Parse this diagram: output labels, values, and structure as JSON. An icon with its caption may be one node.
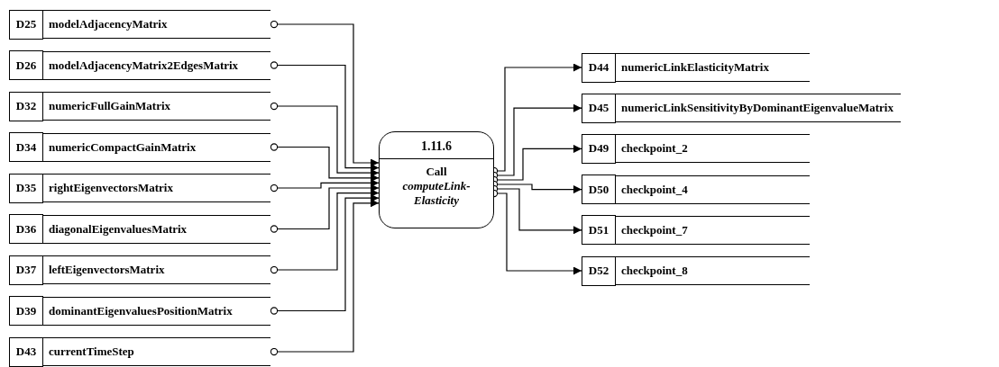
{
  "diagram": {
    "nodes": [
      {
        "text": [
          "D25",
          "modelAdjacencyMatrix"
        ]
      },
      {
        "text": [
          "D26",
          "modelAdjacencyMatrix2EdgesMatrix"
        ]
      },
      {
        "text": [
          "D32",
          "numericFullGainMatrix"
        ]
      },
      {
        "text": [
          "D34",
          "numericCompactGainMatrix"
        ]
      },
      {
        "text": [
          "D35",
          "rightEigenvectorsMatrix"
        ]
      },
      {
        "text": [
          "D36",
          "diagonalEigenvaluesMatrix"
        ]
      },
      {
        "text": [
          "D37",
          "leftEigenvectorsMatrix"
        ]
      },
      {
        "text": [
          "D39",
          "dominantEigenvaluesPositionMatrix"
        ]
      },
      {
        "text": [
          "D43",
          "currentTimeStep"
        ]
      },
      {
        "text": [
          "1.11.6",
          "Call *computeLink-Elasticity*"
        ]
      },
      {
        "text": [
          "D44",
          "numericLinkElasticityMatrix"
        ]
      },
      {
        "text": [
          "D45",
          "numericLinkSensitivityByDominantEigenvalueMatrix"
        ]
      },
      {
        "text": [
          "D49",
          "checkpoint_2"
        ]
      },
      {
        "text": [
          "D50",
          "checkpoint_4"
        ]
      },
      {
        "text": [
          "D51",
          "checkpoint_7"
        ]
      },
      {
        "text": [
          "D52",
          "checkpoint_8"
        ]
      }
    ],
    "edges": [
      {
        "from": 0,
        "to": 9,
        "arrow": "to"
      },
      {
        "from": 1,
        "to": 9,
        "arrow": "to"
      },
      {
        "from": 2,
        "to": 9,
        "arrow": "to"
      },
      {
        "from": 3,
        "to": 9,
        "arrow": "to"
      },
      {
        "from": 4,
        "to": 9,
        "arrow": "to"
      },
      {
        "from": 5,
        "to": 9,
        "arrow": "to"
      },
      {
        "from": 6,
        "to": 9,
        "arrow": "to"
      },
      {
        "from": 7,
        "to": 9,
        "arrow": "to"
      },
      {
        "from": 8,
        "to": 9,
        "arrow": "to"
      },
      {
        "from": 9,
        "to": 10,
        "arrow": "to"
      },
      {
        "from": 9,
        "to": 11,
        "arrow": "to"
      },
      {
        "from": 9,
        "to": 12,
        "arrow": "to"
      },
      {
        "from": 9,
        "to": 13,
        "arrow": "to"
      },
      {
        "from": 9,
        "to": 14,
        "arrow": "to"
      },
      {
        "from": 9,
        "to": 15,
        "arrow": "to"
      }
    ]
  }
}
